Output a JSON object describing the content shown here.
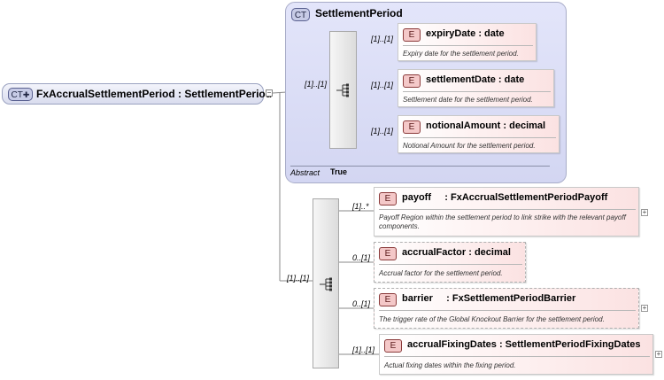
{
  "root": {
    "badge": "CT",
    "title": "FxAccrualSettlementPeriod : SettlementPeriod"
  },
  "base_type": {
    "badge": "CT",
    "title": "SettlementPeriod",
    "abstract_label": "Abstract",
    "abstract_value": "True"
  },
  "cardinality": {
    "base_link": "[1]..[1]",
    "ext_link": "[1]..[1]"
  },
  "base_elements": [
    {
      "badge": "E",
      "name": "expiryDate",
      "type": ": date",
      "doc": "Expiry date for the settlement period.",
      "cardinality": "[1]..[1]"
    },
    {
      "badge": "E",
      "name": "settlementDate",
      "type": ": date",
      "doc": "Settlement date for the settlement period.",
      "cardinality": "[1]..[1]"
    },
    {
      "badge": "E",
      "name": "notionalAmount",
      "type": ": decimal",
      "doc": "Notional Amount for the settlement period.",
      "cardinality": "[1]..[1]"
    }
  ],
  "ext_elements": [
    {
      "badge": "E",
      "name": "payoff",
      "type": ": FxAccrualSettlementPeriodPayoff",
      "doc": "Payoff Region within the settlement period to link strike with the relevant payoff components.",
      "cardinality": "[1]..*"
    },
    {
      "badge": "E",
      "name": "accrualFactor",
      "type": ": decimal",
      "doc": "Accrual factor for the settlement period.",
      "cardinality": "0..[1]"
    },
    {
      "badge": "E",
      "name": "barrier",
      "type": ": FxSettlementPeriodBarrier",
      "doc": "The trigger rate of the Global Knockout Barrier for the settlement period.",
      "cardinality": "0..[1]"
    },
    {
      "badge": "E",
      "name": "accrualFixingDates",
      "type": ": SettlementPeriodFixingDates",
      "doc": "Actual fixing dates within the fixing period.",
      "cardinality": "[1]..[1]"
    }
  ],
  "icons": {
    "collapse": "minus-icon",
    "expand": "plus-icon",
    "sequence": "sequence-icon",
    "extension": "extension-arrow-icon"
  },
  "colors": {
    "complex_type_fill": "#d9dcee",
    "element_fill": "#fbe2e2",
    "element_badge": "#f4c8c8"
  }
}
